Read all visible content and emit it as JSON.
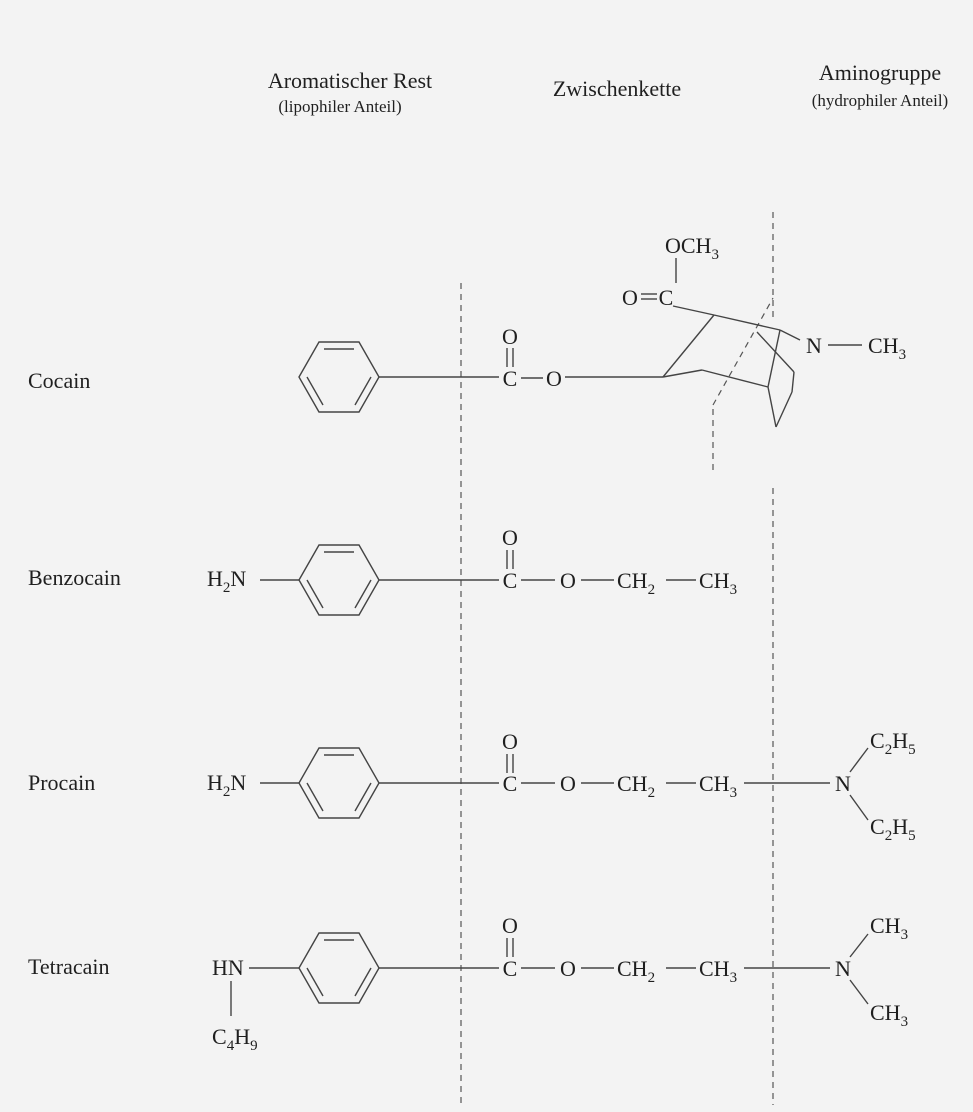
{
  "headers": {
    "aromatic": "Aromatischer Rest",
    "aromatic_sub": "(lipophiler Anteil)",
    "chain": "Zwischenkette",
    "amino": "Aminogruppe",
    "amino_sub": "(hydrophiler Anteil)"
  },
  "compounds": {
    "cocain": {
      "name": "Cocain"
    },
    "benzocain": {
      "name": "Benzocain"
    },
    "procain": {
      "name": "Procain"
    },
    "tetracain": {
      "name": "Tetracain"
    }
  },
  "atoms": {
    "O": "O",
    "C": "C",
    "N": "N",
    "H": "H",
    "OCH": "OCH",
    "CH": "CH",
    "HN": "HN",
    "sub2": "2",
    "sub3": "3",
    "sub4": "4",
    "sub5": "5",
    "sub9": "9"
  }
}
